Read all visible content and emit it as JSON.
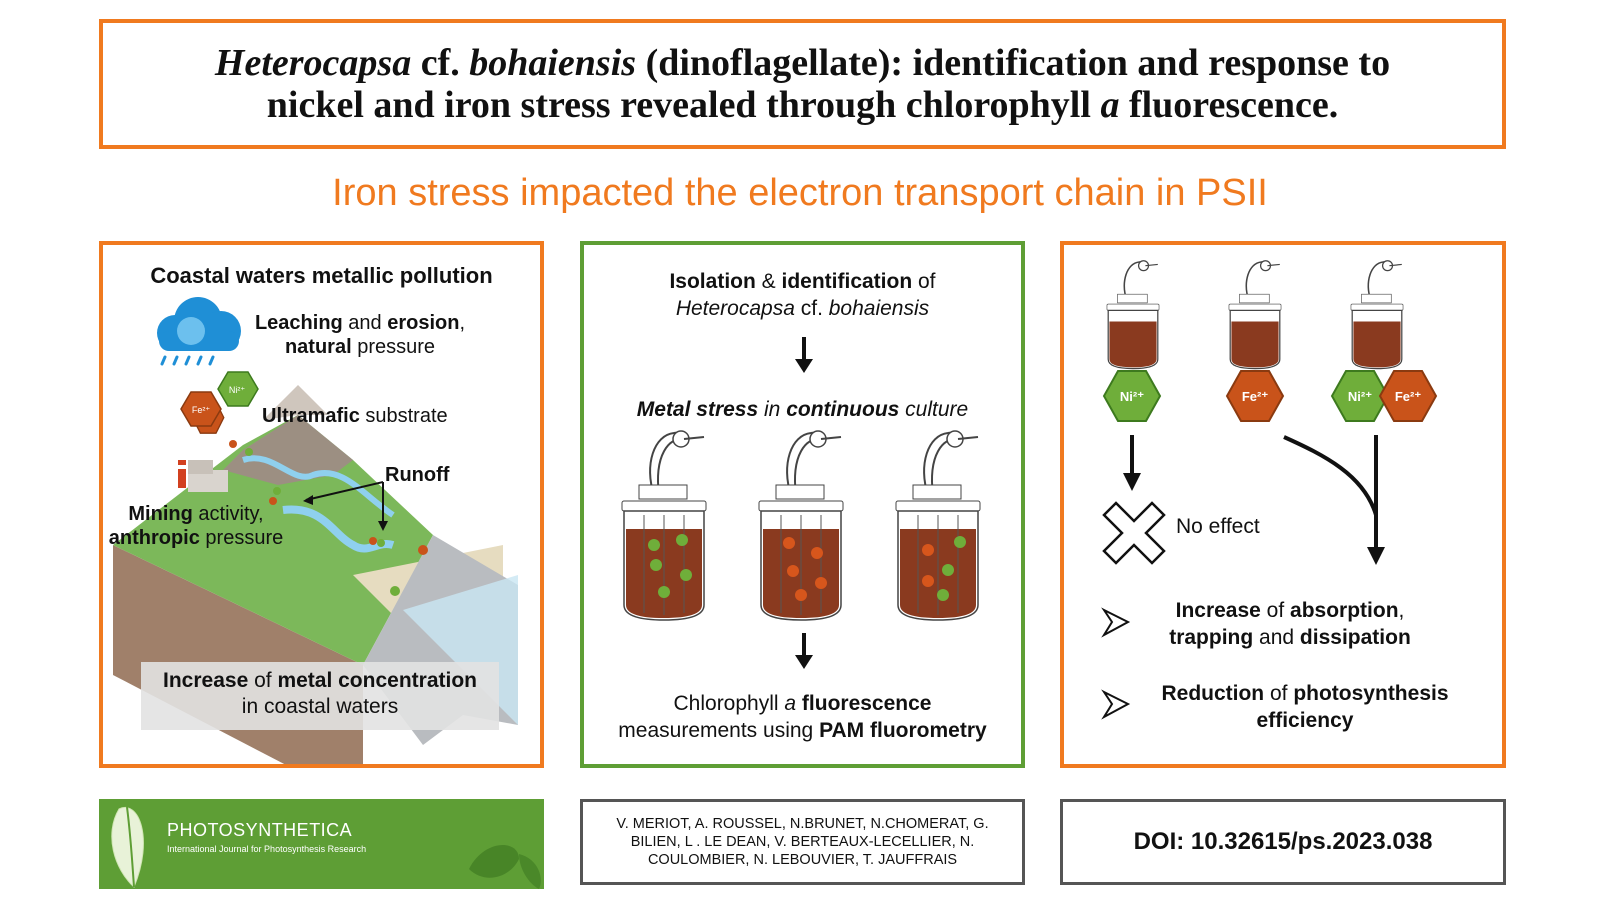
{
  "title": {
    "line1_part1": "Heterocapsa",
    "line1_part2": " cf. ",
    "line1_part3": "bohaiensis",
    "line1_part4": " (dinoflagellate): identification and response to",
    "line2_part1": "nickel and iron stress revealed through chlorophyll ",
    "line2_part2": "a",
    "line2_part3": " fluorescence."
  },
  "subtitle": "Iron stress impacted the electron transport chain in PSII",
  "left_panel": {
    "heading": "Coastal waters metallic pollution",
    "leaching_bold": "Leaching",
    "leaching_and": " and ",
    "erosion_bold": "erosion",
    "leaching_comma": ",",
    "natural_bold": "natural",
    "pressure_text": " pressure",
    "ultramafic_bold": "Ultramafic",
    "substrate_text": " substrate",
    "runoff": "Runoff",
    "mining_bold": "Mining",
    "activity_text": " activity,",
    "anthropic_bold": "anthropic",
    "anthropic_pressure": " pressure",
    "increase_bold": "Increase",
    "of_text": " of ",
    "metal_conc_bold": "metal concentration",
    "coastal_text": "in coastal waters",
    "fe_hex": "Fe²⁺",
    "ni_hex": "Ni²⁺"
  },
  "middle_panel": {
    "isolation_bold": "Isolation",
    "amp": " & ",
    "identification_bold": "identification",
    "of_text": " of",
    "species_italic1": "Heterocapsa",
    "species_cf": " cf. ",
    "species_italic2": "bohaiensis",
    "metal_stress_bi": "Metal stress",
    "in_text": " in ",
    "continuous_bi": "continuous",
    "culture_it": " culture",
    "chl_text": "Chlorophyll ",
    "chl_a": "a",
    "fluorescence_bold": " fluorescence",
    "measurements_text": "measurements using ",
    "pam_bold": "PAM fluorometry"
  },
  "right_panel": {
    "ni_label": "Ni²⁺",
    "fe_label": "Fe²⁺",
    "no_effect": "No effect",
    "increase_bold": "Increase",
    "of_text1": " of ",
    "absorption_bold": "absorption",
    "comma": ",",
    "trapping_bold": "trapping",
    "and_text": " and ",
    "dissipation_bold": "dissipation",
    "reduction_bold": "Reduction",
    "of_text2": " of ",
    "photosynthesis_bold": "photosynthesis",
    "efficiency_bold": "efficiency"
  },
  "footer": {
    "journal_name": "PHOTOSYNTHETICA",
    "journal_sub": "International Journal for Photosynthesis Research",
    "authors_line1": "V. MERIOT, A. ROUSSEL, N.BRUNET, N.CHOMERAT, G.",
    "authors_line2": "BILIEN, L . LE DEAN, V. BERTEAUX-LECELLIER, N.",
    "authors_line3": "COULOMBIER, N. LEBOUVIER, T. JAUFFRAIS",
    "doi": "DOI: 10.32615/ps.2023.038"
  },
  "colors": {
    "orange": "#f07a1f",
    "green": "#5e9e35",
    "hex_green": "#6fae3a",
    "hex_orange": "#c9531a",
    "culture_brown": "#8a3a1f"
  }
}
